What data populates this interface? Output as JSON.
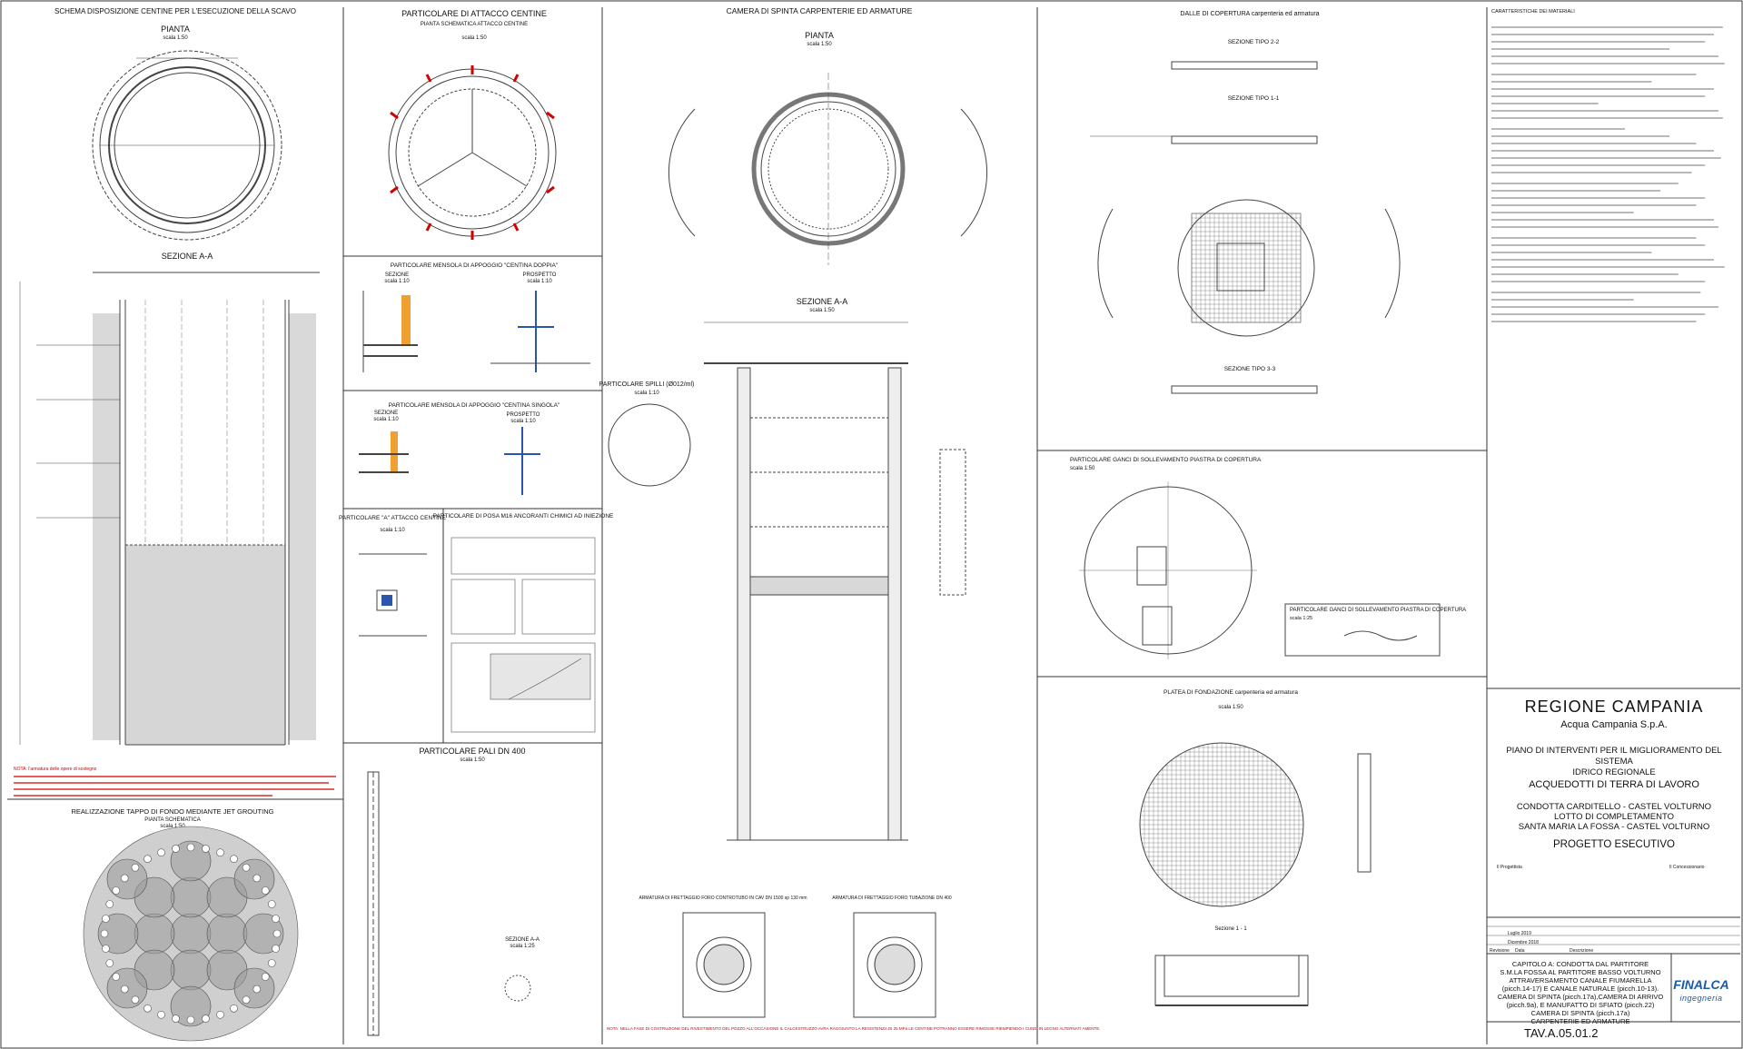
{
  "sheet": {
    "excavation_title": "SCHEMA DISPOSIZIONE CENTINE PER L'ESECUZIONE DELLA SCAVO",
    "pianta": "PIANTA",
    "scale_150": "scala 1:50",
    "sezione_aa": "SEZIONE A-A",
    "centine_title": "PARTICOLARE DI ATTACCO CENTINE",
    "pianta_schematica": "PIANTA SCHEMATICA ATTACCO CENTINE",
    "mensola_doppia": "PARTICOLARE MENSOLA DI APPOGGIO \"CENTINA DOPPIA\"",
    "mensola_singola": "PARTICOLARE MENSOLA DI APPOGGIO \"CENTINA SINGOLA\"",
    "sezione": "SEZIONE",
    "prospetto": "PROSPETTO",
    "scale_110": "scala 1:10",
    "particolare_a": "PARTICOLARE \"A\" ATTACCO CENTINE",
    "posa_m16": "PARTICOLARE DI POSA M16 ANCORANTI CHIMICI AD INIEZIONE",
    "pali_dn400": "PARTICOLARE PALI DN 400",
    "jet_title": "REALIZZAZIONE TAPPO DI FONDO MEDIANTE JET GROUTING",
    "pianta_schematica2": "PIANTA SCHEMATICA",
    "camera_title": "CAMERA DI SPINTA CARPENTERIE ED ARMATURE",
    "spilli": "PARTICOLARE SPILLI (Ø012/ml)",
    "armatura_ferro1": "ARMATURA DI FRETTAGGIO FORO CONTROTUBO IN CAV DN 1500 sp 130 mm",
    "armatura_ferro2": "ARMATURA DI FRETTAGGIO FORO TUBAZIONE DN 400",
    "dalle_title": "DALLE DI COPERTURA carpenteria ed armatura",
    "sez_22": "SEZIONE TIPO 2-2",
    "sez_11": "SEZIONE TIPO 1-1",
    "sez_33": "SEZIONE TIPO 3-3",
    "ganci_title": "PARTICOLARE GANCI DI SOLLEVAMENTO PIASTRA DI COPERTURA",
    "ganci_small": "PARTICOLARE GANCI DI SOLLEVAMENTO PIASTRA DI COPERTURA",
    "scale_125": "scala 1:25",
    "platea_title": "PLATEA DI FONDAZIONE carpenteria ed armatura",
    "sezione_11": "Sezione 1 - 1",
    "note_heading": "NOTA: l'armatura delle opere di sostegno",
    "bottom_note": "NOTA: NELLA FASE DI COSTRUZIONE DEL RIVESTIMENTO DEL POZZO ALL'OCCASIONE IL CALCESTRUZZO AVRA RAGGIUNTO LA RESISTENZA DI 25 MPa LE CENTINE POTRANNO ESSERE RIMOSSE RIEMPIENDO I CUNEI IN LEGNO ALTERNATI AMENTE.",
    "materials_heading": "CARATTERISTICHE DEI MATERIALI"
  },
  "titleblock": {
    "region": "REGIONE CAMPANIA",
    "company": "Acqua Campania S.p.A.",
    "plan_line1": "PIANO DI INTERVENTI PER IL MIGLIORAMENTO DEL SISTEMA",
    "plan_line2": "IDRICO REGIONALE",
    "aqueduct": "ACQUEDOTTI DI TERRA DI LAVORO",
    "lot_line1": "CONDOTTA CARDITELLO - CASTEL VOLTURNO",
    "lot_line2": "LOTTO DI COMPLETAMENTO",
    "lot_line3": "SANTA MARIA LA FOSSA - CASTEL VOLTURNO",
    "phase": "PROGETTO ESECUTIVO",
    "designer_label": "Il Progettista",
    "concessionaire_label": "Il Concessionario",
    "caption_line1": "CAPITOLO A: CONDOTTA DAL PARTITORE",
    "caption_line2": "S.M.LA FOSSA AL PARTITORE BASSO VOLTURNO",
    "caption_line3": "ATTRAVERSAMENTO CANALE FIUMARELLA",
    "caption_line4": "(picch.14-17) E CANALE NATURALE (picch.10-13).",
    "caption_line5": "CAMERA DI SPINTA (picch.17a),CAMERA DI ARRIVO",
    "caption_line6": "(picch.9a), E MANUFATTO DI SFIATO (picch.22)",
    "caption_line7": "CAMERA DI SPINTA (picch.17a)",
    "caption_line8": "CARPENTERIE ED ARMATURE",
    "drawing_code": "TAV.A.05.01.2",
    "logo_line1": "FINALCA",
    "logo_line2": "ingegneria",
    "rev_1": "Luglio 2019",
    "rev_0": "Dicembre 2018",
    "rev_col1": "Revisione",
    "rev_col2": "Data",
    "rev_col3": "Descrizione"
  }
}
